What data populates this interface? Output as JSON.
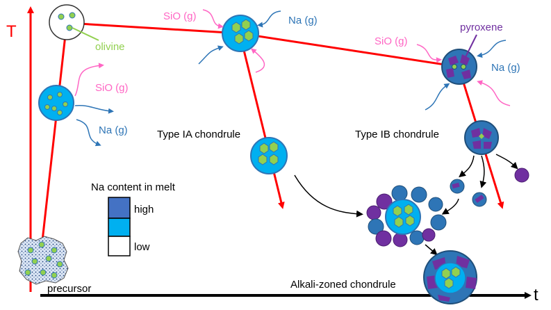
{
  "axes": {
    "y_label": "T",
    "x_label": "t"
  },
  "labels": {
    "olivine": "olivine",
    "pyroxene": "pyroxene",
    "sio_gas": "SiO (g)",
    "na_gas": "Na (g)",
    "type_ia": "Type IA chondrule",
    "type_ib": "Type IB chondrule",
    "precursor": "precursor",
    "alkali_zoned": "Alkali-zoned chondrule"
  },
  "legend": {
    "title": "Na content in melt",
    "high": "high",
    "low": "low"
  },
  "colors": {
    "axis_red": "#ff0000",
    "na_high": "#4472c4",
    "na_mid": "#00b0f0",
    "na_low": "#ffffff",
    "olivine": "#92d050",
    "pyroxene": "#7030a0",
    "rim_blue": "#2e75b6",
    "sio_pink": "#ff66c4",
    "na_blue": "#2e75b6"
  }
}
